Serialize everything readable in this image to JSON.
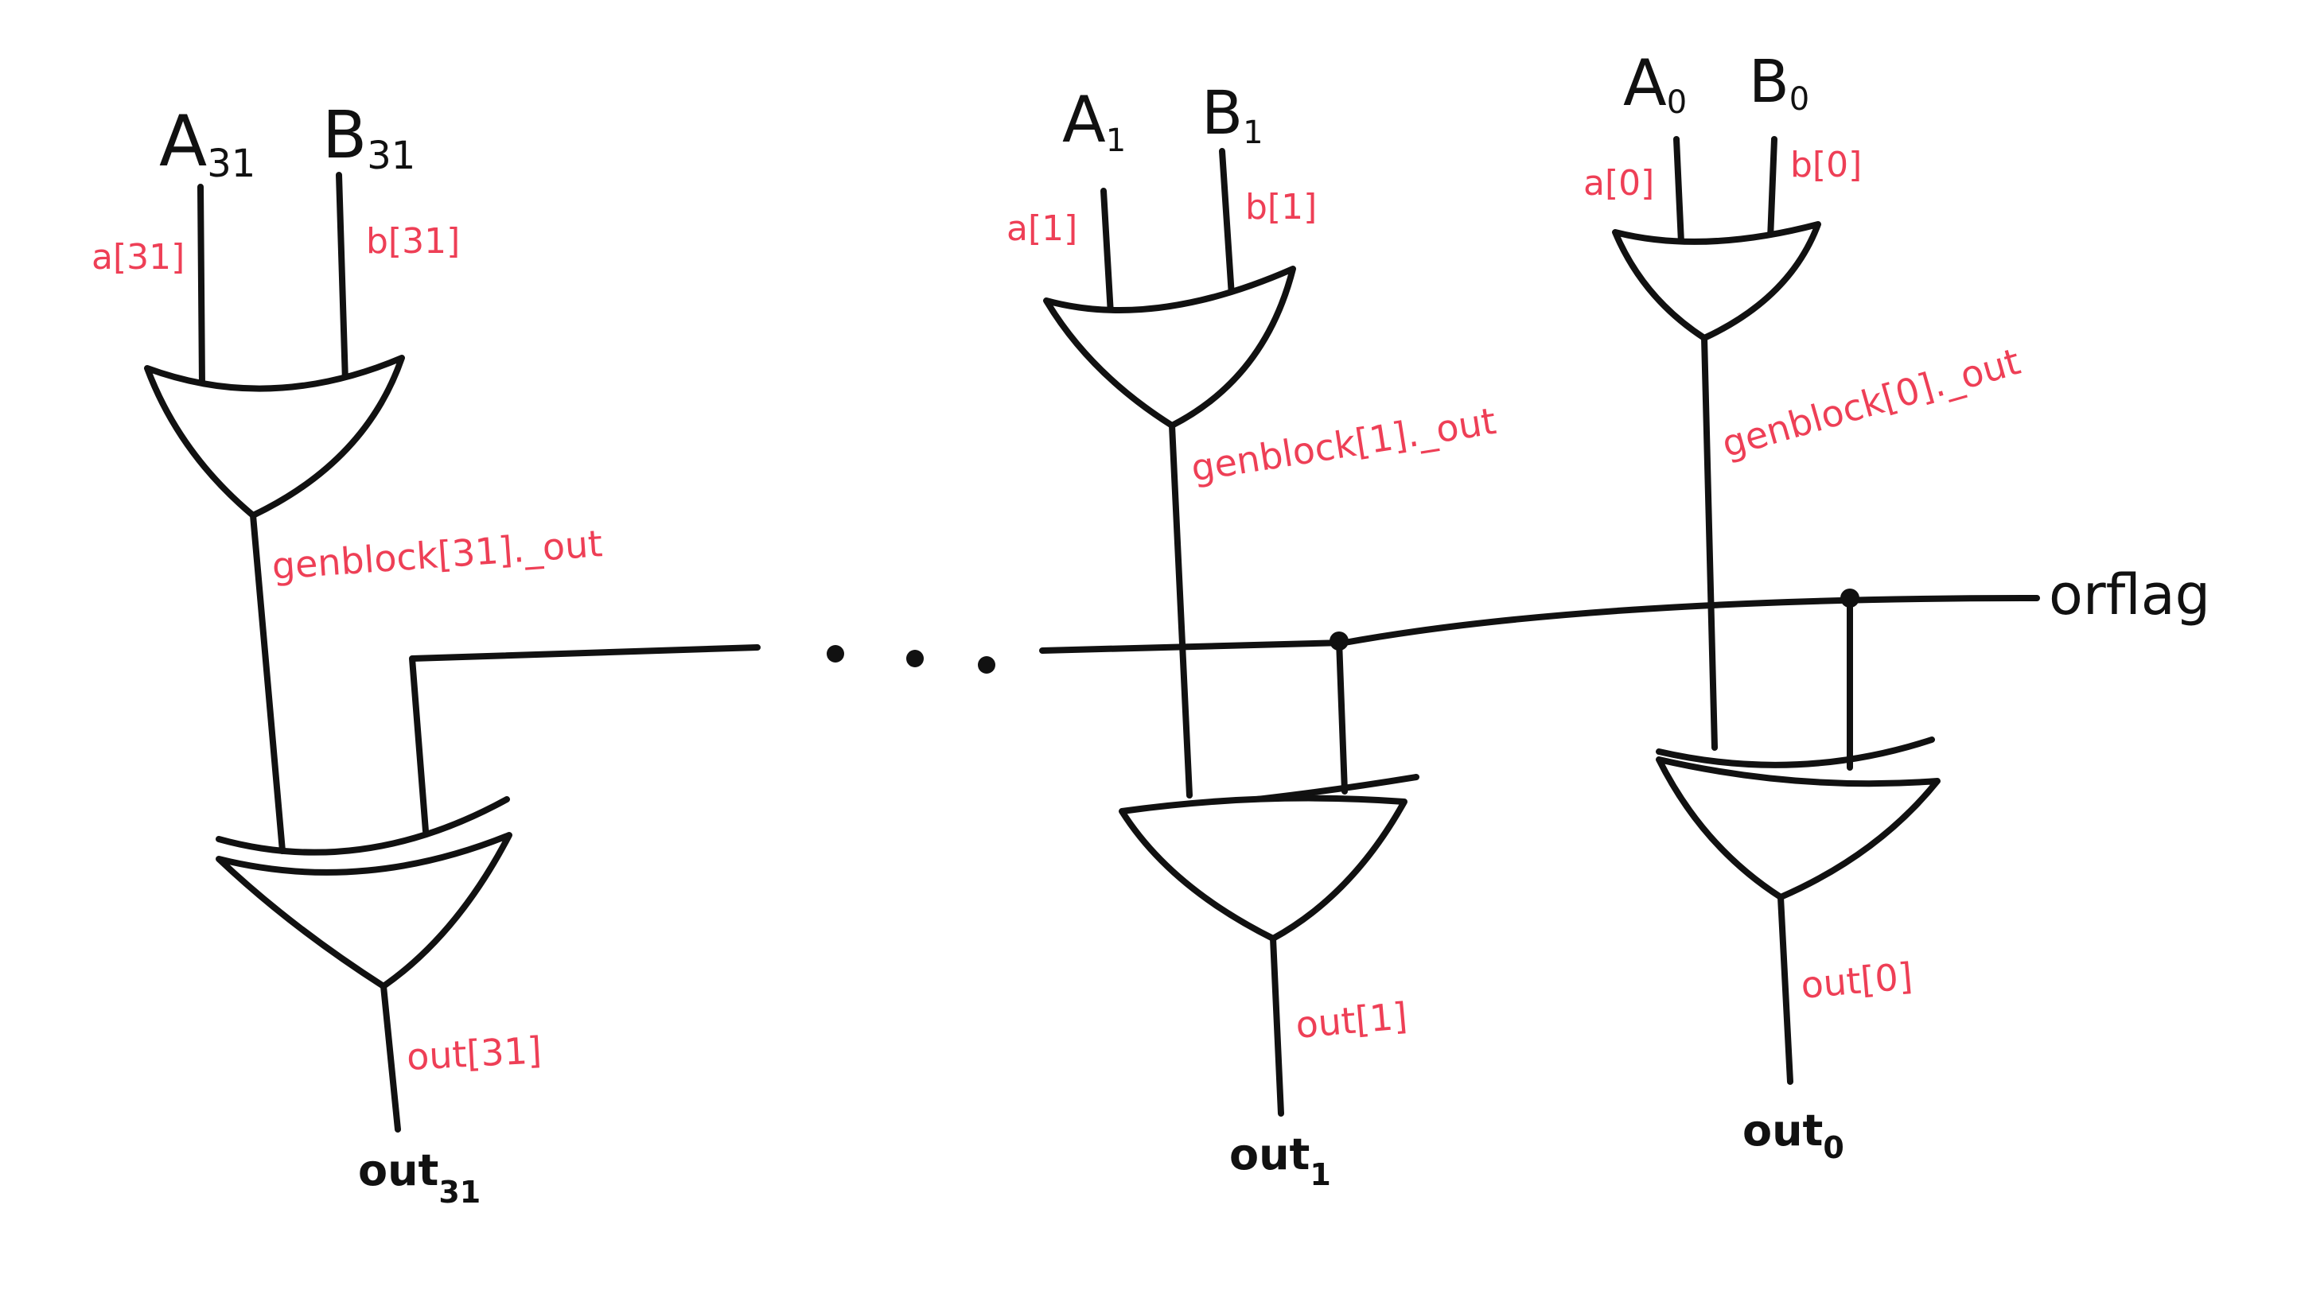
{
  "bits": [
    {
      "id": "31",
      "input_a": {
        "name": "A",
        "sub": "31"
      },
      "input_b": {
        "name": "B",
        "sub": "31"
      },
      "signal_a": "a[31]",
      "signal_b": "b[31]",
      "or_out": "genblock[31]._out",
      "xor_out": "out[31]",
      "output": {
        "name": "out",
        "sub": "31"
      }
    },
    {
      "id": "1",
      "input_a": {
        "name": "A",
        "sub": "1"
      },
      "input_b": {
        "name": "B",
        "sub": "1"
      },
      "signal_a": "a[1]",
      "signal_b": "b[1]",
      "or_out": "genblock[1]._out",
      "xor_out": "out[1]",
      "output": {
        "name": "out",
        "sub": "1"
      }
    },
    {
      "id": "0",
      "input_a": {
        "name": "A",
        "sub": "0"
      },
      "input_b": {
        "name": "B",
        "sub": "0"
      },
      "signal_a": "a[0]",
      "signal_b": "b[0]",
      "or_out": "genblock[0]._out",
      "xor_out": "out[0]",
      "output": {
        "name": "out",
        "sub": "0"
      }
    }
  ],
  "flag_label": "orflag",
  "colors": {
    "ink": "#111111",
    "signal": "#ee3f56"
  }
}
